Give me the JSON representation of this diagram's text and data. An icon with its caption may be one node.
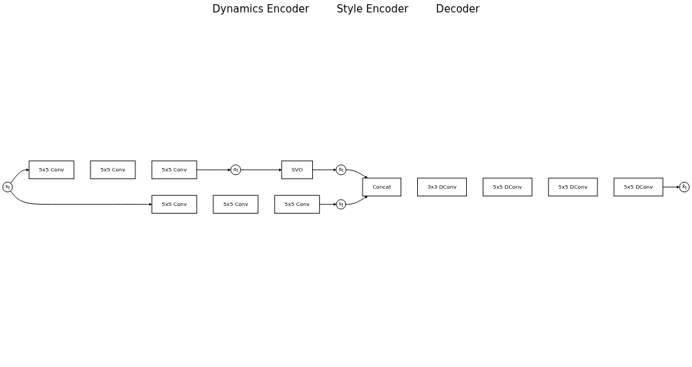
{
  "diagram": {
    "nodes": [
      {
        "text": [
          "x$_{t}$"
        ]
      },
      {
        "text": [
          "5x5 Conv"
        ]
      },
      {
        "text": [
          "5x5 Conv"
        ]
      },
      {
        "text": [
          "5x5 Conv"
        ]
      },
      {
        "text": [
          "a$_{t}$"
        ]
      },
      {
        "text": [
          "SVO"
        ]
      },
      {
        "text": [
          "â$_{t}$"
        ]
      },
      {
        "text": [
          "5x5 Conv"
        ]
      },
      {
        "text": [
          "5x5 Conv"
        ]
      },
      {
        "text": [
          "5x5 Conv"
        ]
      },
      {
        "text": [
          "s$_{t}$"
        ]
      },
      {
        "text": [
          "Concat"
        ]
      },
      {
        "text": [
          "3x3 DConv"
        ]
      },
      {
        "text": [
          "5x5 DConv"
        ]
      },
      {
        "text": [
          "5x5 DConv"
        ]
      },
      {
        "text": [
          "5x5 DConv"
        ]
      },
      {
        "text": [
          "x̂$_{t}$"
        ]
      }
    ],
    "edges": [
      {
        "from": 0,
        "to": 1,
        "arrow": "to"
      },
      {
        "from": 0,
        "to": 7,
        "arrow": "to"
      },
      {
        "from": 3,
        "to": 4,
        "arrow": "to"
      },
      {
        "from": 4,
        "to": 5,
        "arrow": "to"
      },
      {
        "from": 5,
        "to": 6,
        "arrow": "to"
      },
      {
        "from": 6,
        "to": 11,
        "arrow": "to"
      },
      {
        "from": 9,
        "to": 10,
        "arrow": "to"
      },
      {
        "from": 10,
        "to": 11,
        "arrow": "to"
      },
      {
        "from": 15,
        "to": 16,
        "arrow": "to"
      }
    ],
    "labels": [
      "Dynamics Encoder",
      "Style Encoder",
      "Decoder"
    ]
  }
}
